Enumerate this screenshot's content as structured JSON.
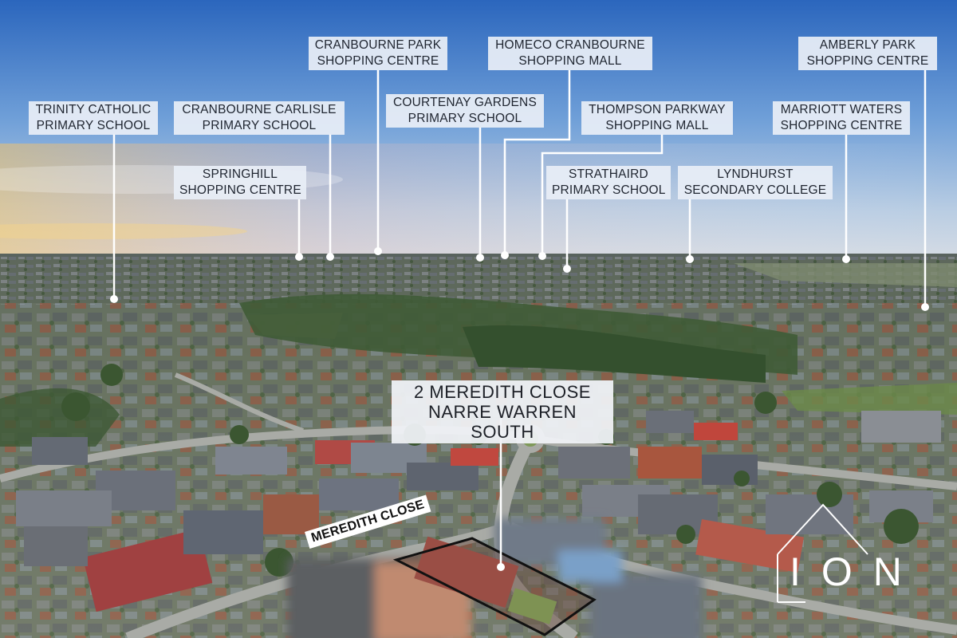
{
  "image": {
    "subject": "aerial",
    "logo_text": "ION"
  },
  "property": {
    "address_line1": "2 MEREDITH CLOSE",
    "address_line2": "NARRE WARREN SOUTH",
    "street_label": "MEREDITH CLOSE"
  },
  "landmarks": [
    {
      "id": "trinity",
      "line1": "TRINITY CATHOLIC",
      "line2": "PRIMARY SCHOOL"
    },
    {
      "id": "carlisle",
      "line1": "CRANBOURNE CARLISLE",
      "line2": "PRIMARY SCHOOL"
    },
    {
      "id": "springhill",
      "line1": "SPRINGHILL",
      "line2": "SHOPPING CENTRE"
    },
    {
      "id": "cranbourne-park",
      "line1": "CRANBOURNE PARK",
      "line2": "SHOPPING CENTRE"
    },
    {
      "id": "courtenay",
      "line1": "COURTENAY GARDENS",
      "line2": "PRIMARY SCHOOL"
    },
    {
      "id": "homeco",
      "line1": "HOMECO CRANBOURNE",
      "line2": "SHOPPING MALL"
    },
    {
      "id": "thompson",
      "line1": "THOMPSON PARKWAY",
      "line2": "SHOPPING MALL"
    },
    {
      "id": "strathaird",
      "line1": "STRATHAIRD",
      "line2": "PRIMARY SCHOOL"
    },
    {
      "id": "lyndhurst",
      "line1": "LYNDHURST",
      "line2": "SECONDARY COLLEGE"
    },
    {
      "id": "marriott",
      "line1": "MARRIOTT WATERS",
      "line2": "SHOPPING CENTRE"
    },
    {
      "id": "amberly",
      "line1": "AMBERLY PARK",
      "line2": "SHOPPING CENTRE"
    }
  ],
  "colors": {
    "sky_top": "#2f6fc4",
    "sky_horizon": "#cfd9e6",
    "foliage": "#4d6a42",
    "callout_bg": "#e8eef6",
    "leader": "#ffffff"
  }
}
